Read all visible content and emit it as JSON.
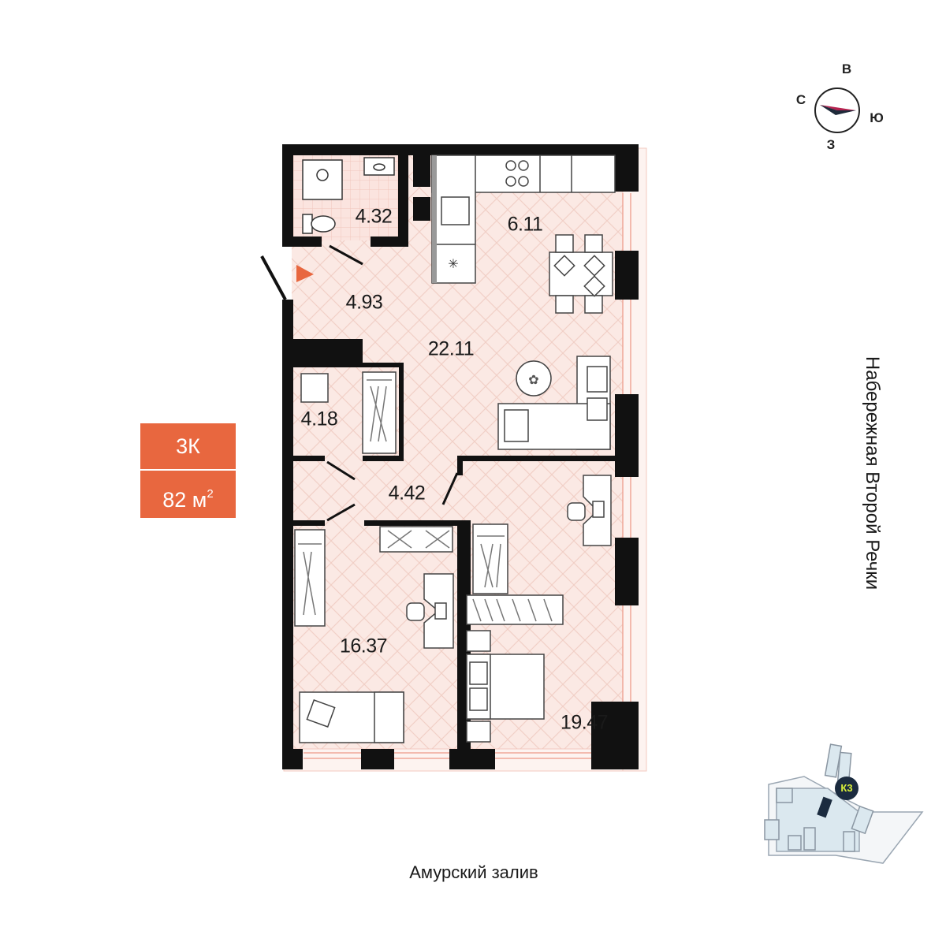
{
  "apartment": {
    "type_label": "3К",
    "area_value": "82 м",
    "area_unit_sup": "2"
  },
  "rooms": [
    {
      "id": "bathroom",
      "area": "4.32"
    },
    {
      "id": "kitchen",
      "area": "6.11"
    },
    {
      "id": "hall",
      "area": "4.93"
    },
    {
      "id": "living",
      "area": "22.11"
    },
    {
      "id": "storage",
      "area": "4.18"
    },
    {
      "id": "corridor",
      "area": "4.42"
    },
    {
      "id": "bedroom-left",
      "area": "16.37"
    },
    {
      "id": "bedroom-right",
      "area": "19.47"
    }
  ],
  "compass": {
    "north": "С",
    "east": "В",
    "south": "Ю",
    "west": "З"
  },
  "labels": {
    "street": "Набережная Второй Речки",
    "sea": "Амурский залив",
    "building": "К3"
  },
  "colors": {
    "accent": "#e8673f",
    "floor": "#fbe9e4",
    "wall": "#111111",
    "compass_needle": "#b5224f",
    "badge_building": "#1b2b3f"
  }
}
